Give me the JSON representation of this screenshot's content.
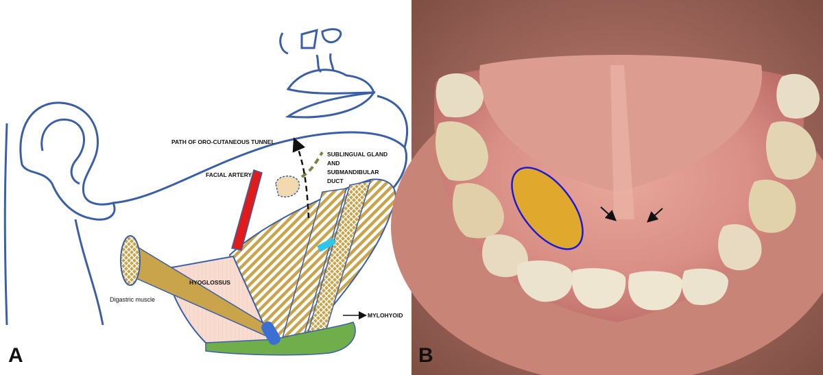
{
  "panel_a": {
    "letter": "A",
    "labels": {
      "tunnel_path": "PATH OF ORO-CUTANEOUS TUNNEL",
      "sublingual_line1": "SUBLINGUAL GLAND",
      "sublingual_line2": "AND",
      "sublingual_line3": "SUBMANDIBULAR",
      "sublingual_line4": "DUCT",
      "facial_artery": "FACIAL ARTERY",
      "hyoglossus": "HYOGLOSSUS",
      "digastric": "Digastric muscle",
      "mylohyoid": "MYLOHYOID"
    },
    "colors": {
      "outline": "#3a5fa8",
      "artery": "#e01b1b",
      "muscle": "#c9a44a",
      "hyoglossus": "#f9dcd0",
      "gland": "#f2d9b0",
      "duct": "#6e8b3d",
      "base": "#6fae4a",
      "nerve_blue": "#3b6fd1",
      "cyan_marker": "#2ec5e8"
    }
  },
  "panel_b": {
    "letter": "B",
    "colors": {
      "ellipse_fill": "#e0a92e",
      "ellipse_stroke": "#1a1ad6",
      "arrow": "#111111"
    }
  }
}
